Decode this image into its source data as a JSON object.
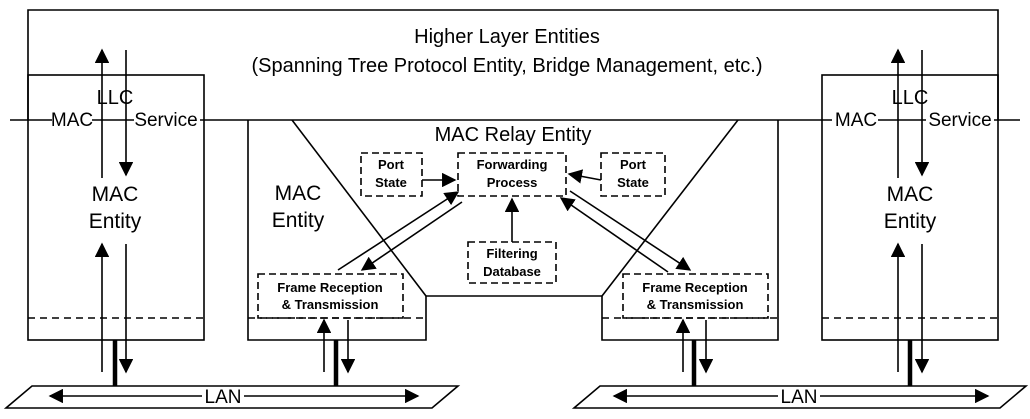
{
  "higher_layer": {
    "title": "Higher Layer Entities",
    "subtitle": "(Spanning Tree Protocol Entity, Bridge Management, etc.)"
  },
  "left_port": {
    "llc": "LLC",
    "mac": "MAC",
    "service": "Service",
    "entity_line1": "MAC",
    "entity_line2": "Entity"
  },
  "right_port": {
    "llc": "LLC",
    "mac": "MAC",
    "service": "Service",
    "entity_line1": "MAC",
    "entity_line2": "Entity"
  },
  "relay": {
    "title": "MAC Relay Entity",
    "left_mac_line1": "MAC",
    "left_mac_line2": "Entity",
    "port_state_left_line1": "Port",
    "port_state_left_line2": "State",
    "port_state_right_line1": "Port",
    "port_state_right_line2": "State",
    "forwarding_line1": "Forwarding",
    "forwarding_line2": "Process",
    "filtering_line1": "Filtering",
    "filtering_line2": "Database",
    "frame_left_line1": "Frame Reception",
    "frame_left_line2": "& Transmission",
    "frame_right_line1": "Frame Reception",
    "frame_right_line2": "& Transmission"
  },
  "lan_left": "LAN",
  "lan_right": "LAN"
}
